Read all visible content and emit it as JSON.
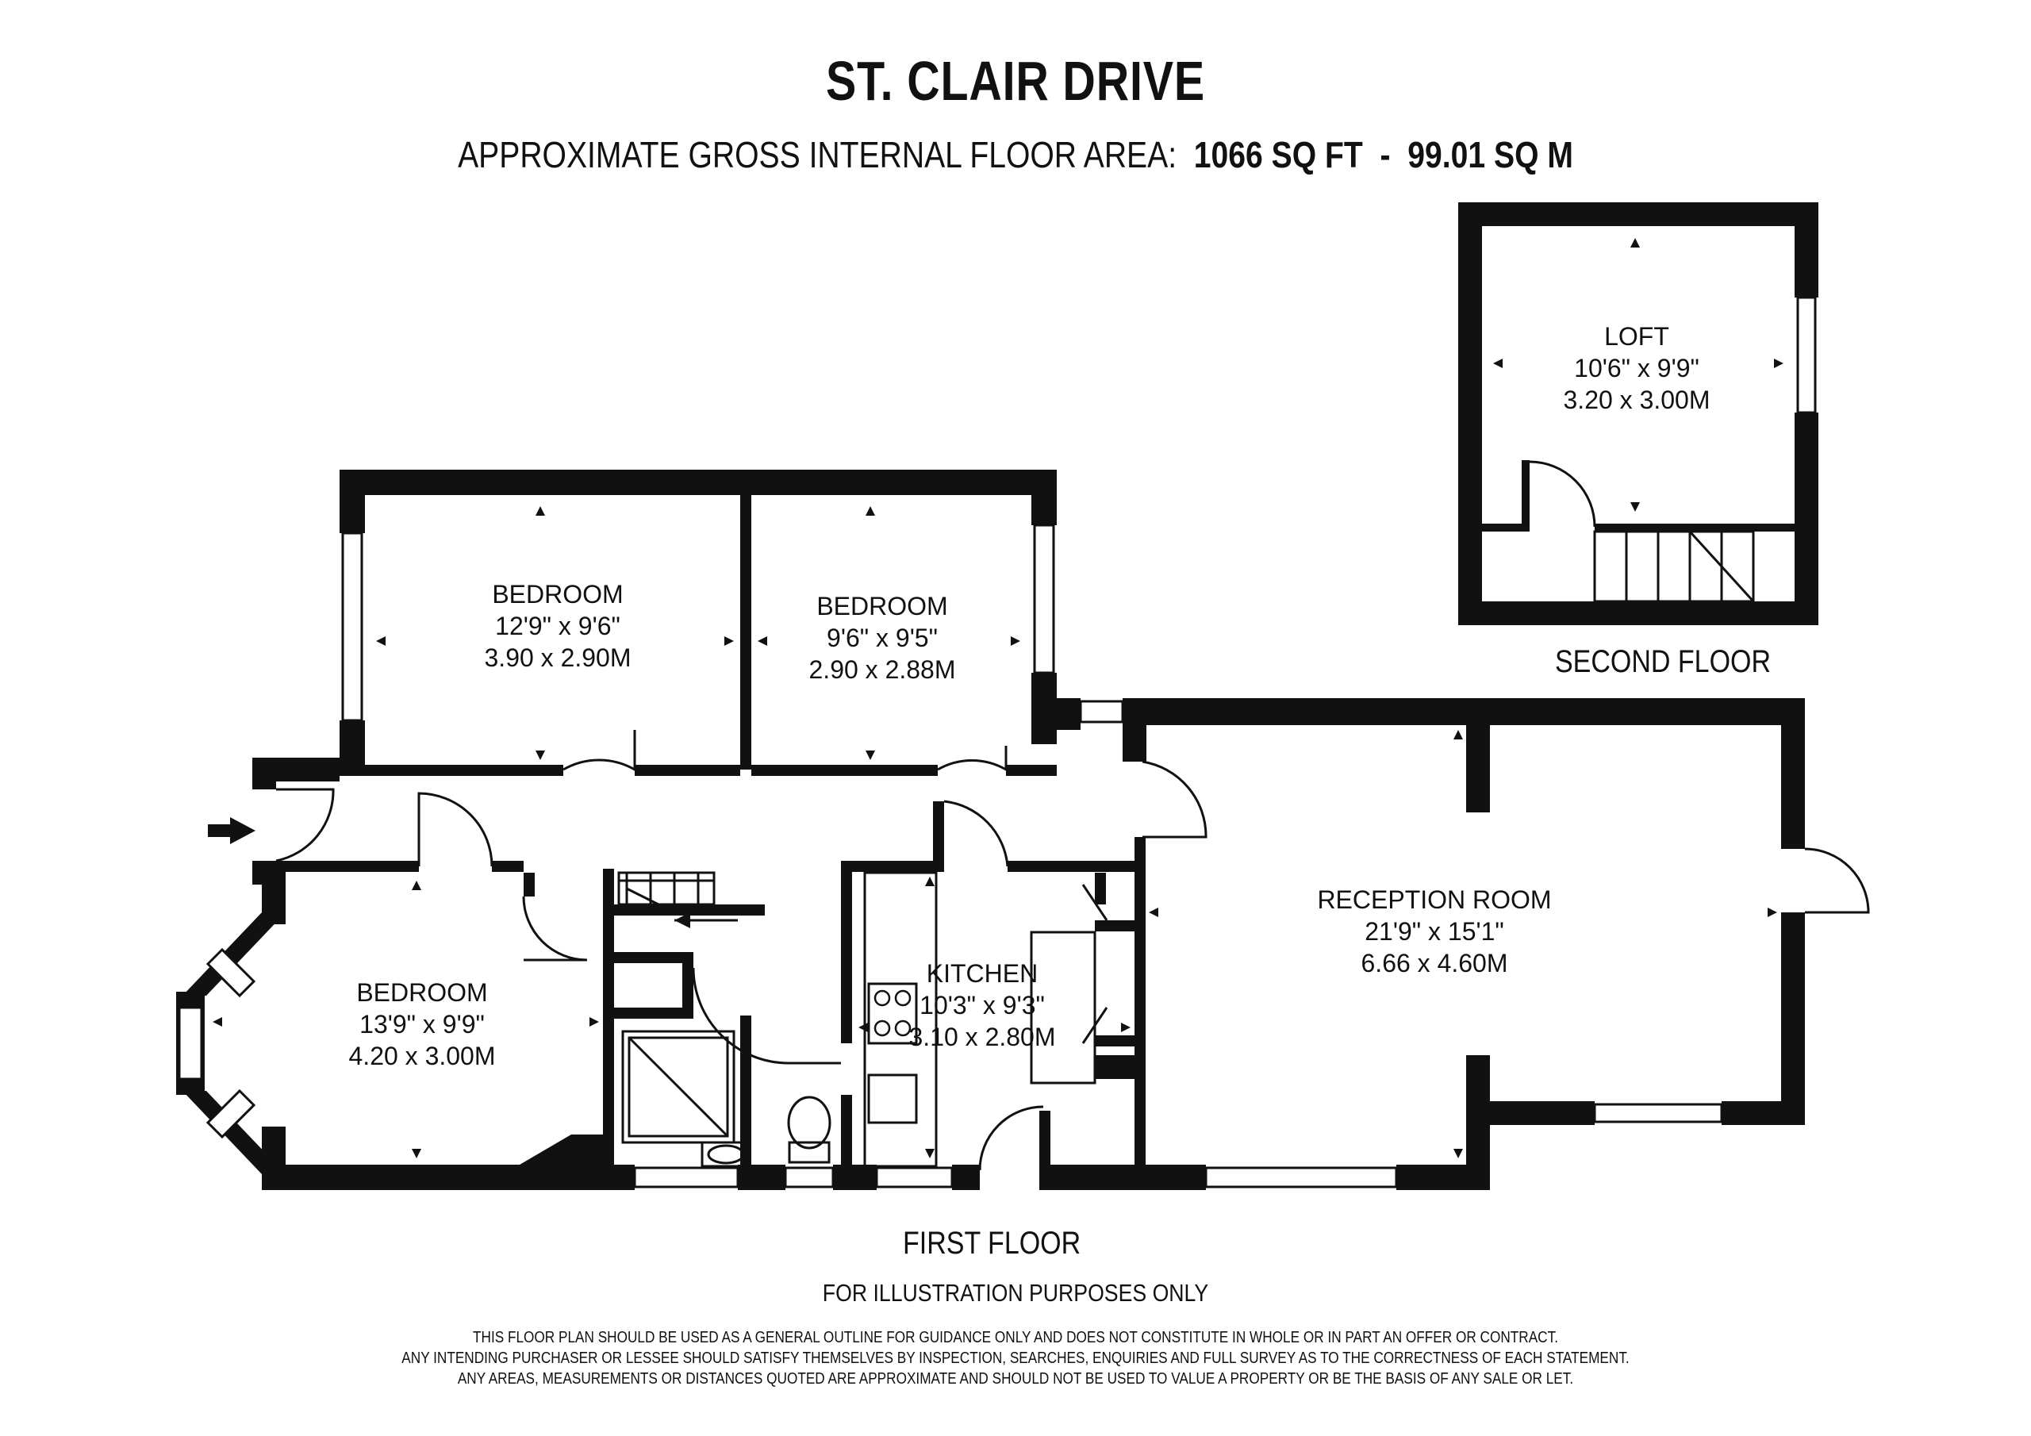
{
  "header": {
    "title": "ST. CLAIR DRIVE",
    "area_label": "APPROXIMATE GROSS INTERNAL FLOOR AREA:",
    "area_sqft": "1066 SQ FT",
    "area_sep": "-",
    "area_sqm": "99.01 SQ M"
  },
  "floors": {
    "second": "SECOND FLOOR",
    "first": "FIRST FLOOR"
  },
  "rooms": {
    "loft": {
      "name": "LOFT",
      "imperial": "10'6\" x 9'9\"",
      "metric": "3.20 x 3.00M"
    },
    "bedroom1": {
      "name": "BEDROOM",
      "imperial": "12'9\" x 9'6\"",
      "metric": "3.90 x 2.90M"
    },
    "bedroom2": {
      "name": "BEDROOM",
      "imperial": "9'6\" x 9'5\"",
      "metric": "2.90 x 2.88M"
    },
    "bedroom3": {
      "name": "BEDROOM",
      "imperial": "13'9\" x 9'9\"",
      "metric": "4.20 x 3.00M"
    },
    "kitchen": {
      "name": "KITCHEN",
      "imperial": "10'3\" x 9'3\"",
      "metric": "3.10 x 2.80M"
    },
    "reception": {
      "name": "RECEPTION ROOM",
      "imperial": "21'9\" x 15'1\"",
      "metric": "6.66 x 4.60M"
    }
  },
  "footer": {
    "illustration": "FOR ILLUSTRATION PURPOSES ONLY",
    "line1": "THIS FLOOR PLAN SHOULD BE USED AS A GENERAL OUTLINE FOR GUIDANCE ONLY AND DOES NOT CONSTITUTE IN WHOLE OR IN PART AN OFFER OR CONTRACT.",
    "line2": "ANY INTENDING PURCHASER OR LESSEE SHOULD SATISFY THEMSELVES BY INSPECTION, SEARCHES, ENQUIRIES AND FULL SURVEY AS TO THE CORRECTNESS OF EACH STATEMENT.",
    "line3": "ANY AREAS, MEASUREMENTS OR DISTANCES QUOTED ARE APPROXIMATE AND SHOULD NOT BE USED TO VALUE A PROPERTY OR BE THE BASIS OF ANY SALE OR LET."
  },
  "colors": {
    "wall": "#111111",
    "window": "#ffffff",
    "background": "#ffffff"
  }
}
